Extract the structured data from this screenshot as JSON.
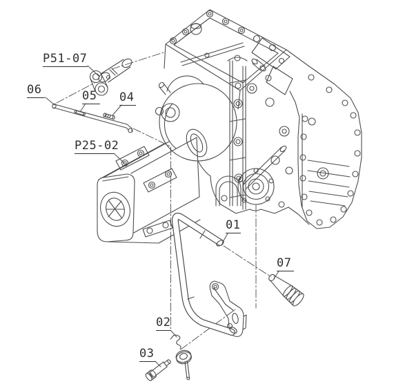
{
  "diagram": {
    "callouts": [
      {
        "id": "p51-07",
        "text": "P51-07"
      },
      {
        "id": "06",
        "text": "06"
      },
      {
        "id": "05",
        "text": "05"
      },
      {
        "id": "04",
        "text": "04"
      },
      {
        "id": "p25-02",
        "text": "P25-02"
      },
      {
        "id": "01",
        "text": "01"
      },
      {
        "id": "07",
        "text": "07"
      },
      {
        "id": "02",
        "text": "02"
      },
      {
        "id": "03",
        "text": "03"
      }
    ],
    "colors": {
      "line": "#4b4b4b",
      "label": "#2e2e2e",
      "background": "#ffffff"
    }
  }
}
